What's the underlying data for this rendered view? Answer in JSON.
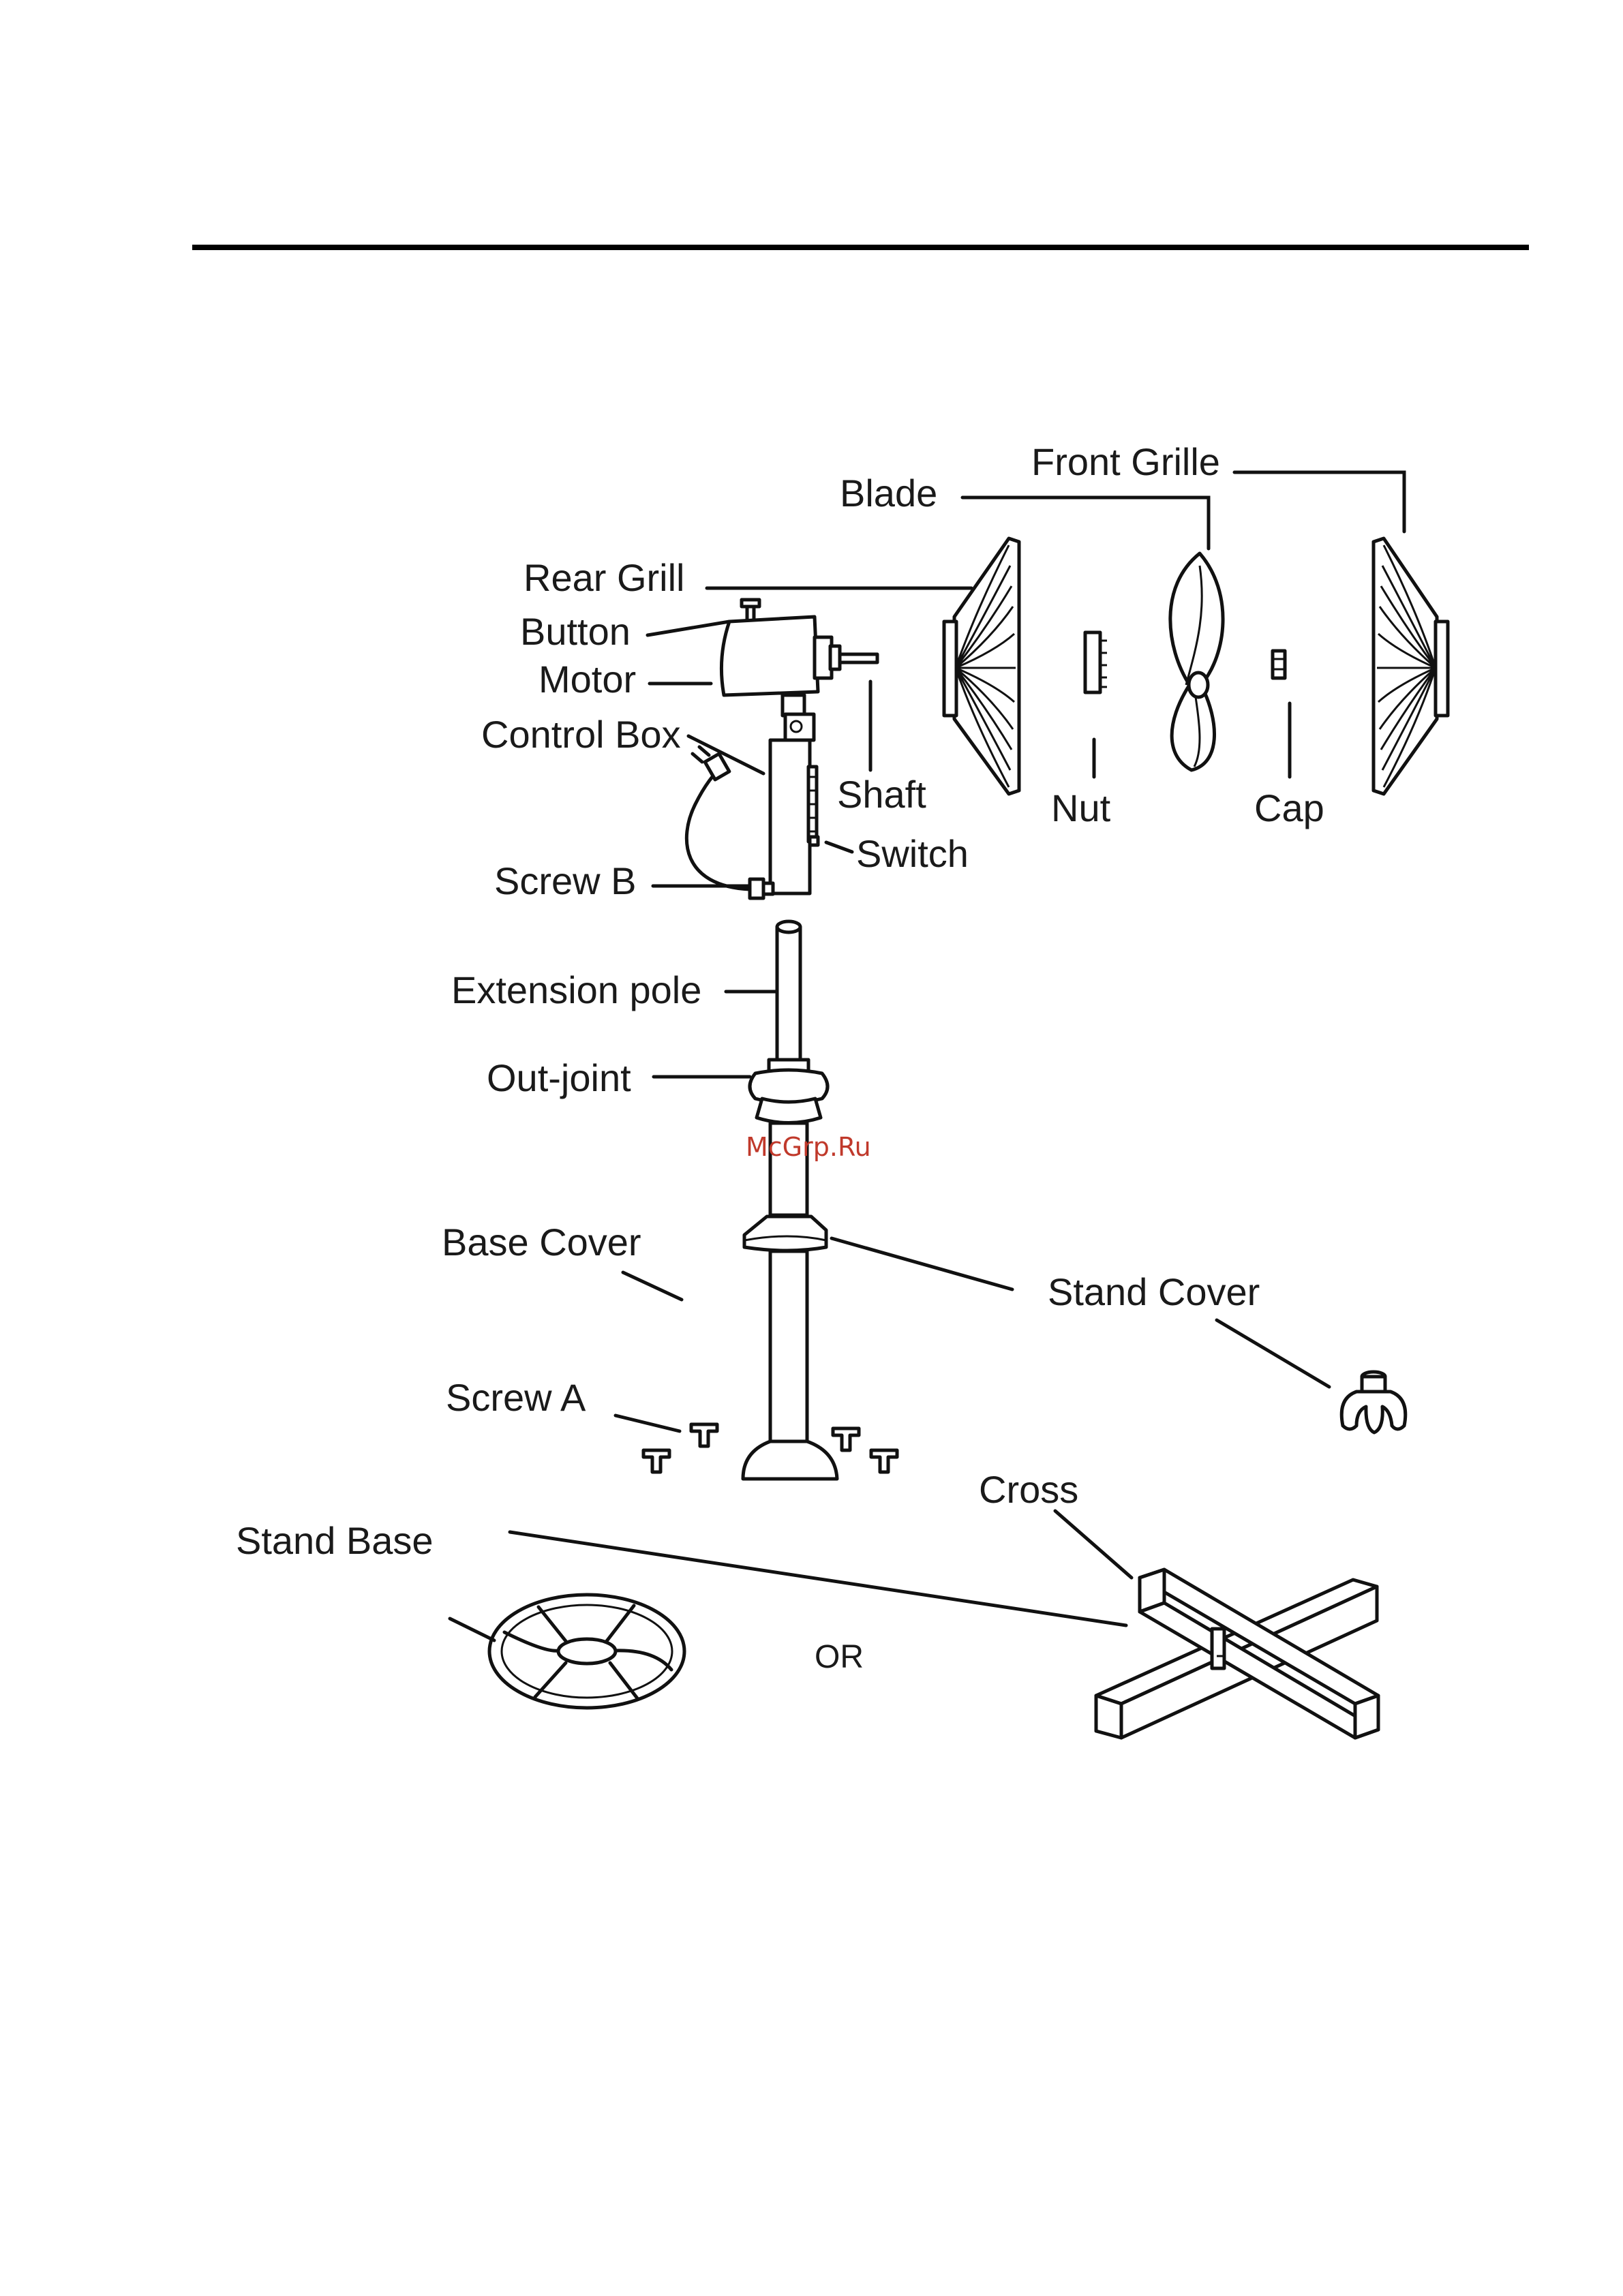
{
  "labels": {
    "front_grille": "Front Grille",
    "blade": "Blade",
    "rear_grill": "Rear Grill",
    "button": "Button",
    "motor": "Motor",
    "control_box": "Control Box",
    "shaft": "Shaft",
    "nut": "Nut",
    "cap": "Cap",
    "switch": "Switch",
    "screw_b": "Screw B",
    "extension_pole": "Extension pole",
    "out_joint": "Out-joint",
    "base_cover": "Base Cover",
    "stand_cover": "Stand Cover",
    "screw_a": "Screw  A",
    "cross": "Cross",
    "stand_base": "Stand Base",
    "or": "OR"
  },
  "watermark": "McGrp.Ru"
}
